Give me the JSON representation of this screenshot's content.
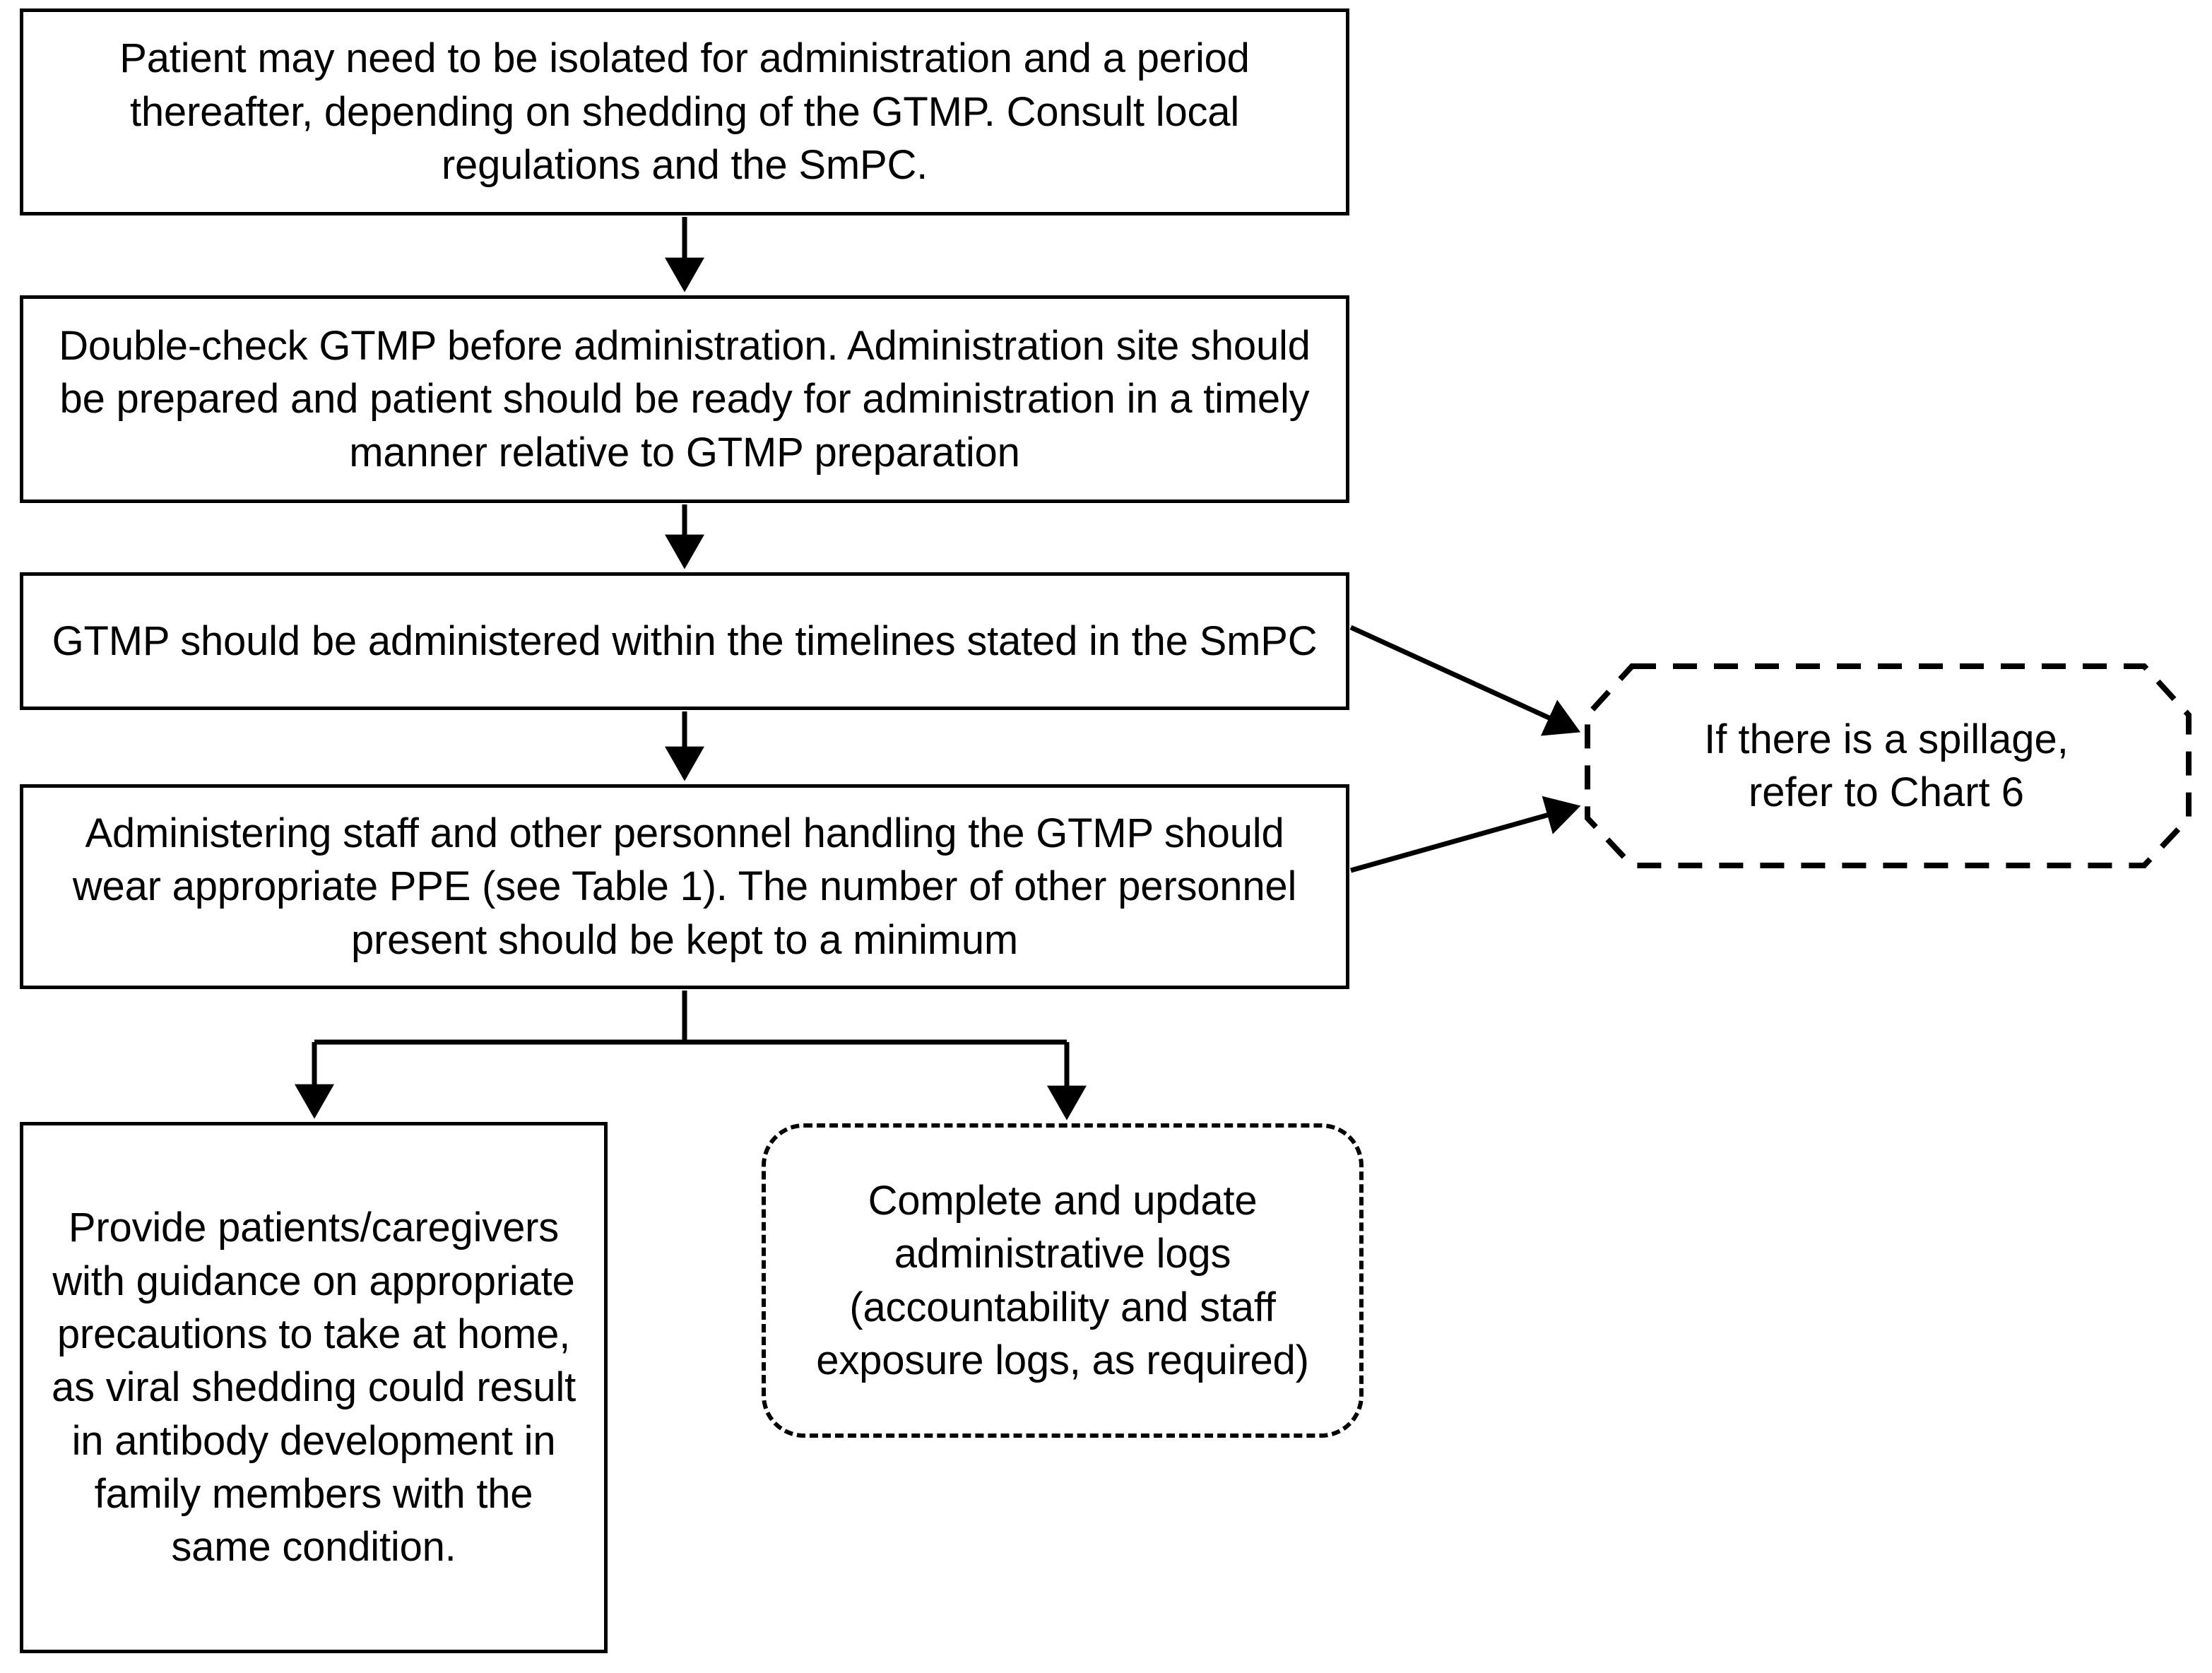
{
  "chart": {
    "type": "flowchart",
    "title": "GTMP administration flowchart",
    "background_color": "#ffffff",
    "line_color": "#000000"
  },
  "nodes": {
    "isolation": {
      "id": "isolation",
      "shape": "rectangle",
      "border_style": "solid",
      "text": "Patient may need to be isolated for administration and a period thereafter, depending on shedding of the GTMP. Consult local regulations and the SmPC."
    },
    "double_check": {
      "id": "double-check",
      "shape": "rectangle",
      "border_style": "solid",
      "text": "Double-check GTMP before administration. Administration site should be prepared and patient should be ready for administration in a timely manner relative to GTMP preparation"
    },
    "timelines": {
      "id": "timelines",
      "shape": "rectangle",
      "border_style": "solid",
      "text": "GTMP should be administered within the timelines stated in the SmPC"
    },
    "ppe": {
      "id": "ppe",
      "shape": "rectangle",
      "border_style": "solid",
      "text": "Administering staff and other personnel handling the GTMP should wear appropriate PPE (see Table 1). The number of other personnel present should be kept to a minimum"
    },
    "guidance": {
      "id": "guidance",
      "shape": "rectangle",
      "border_style": "solid",
      "text": "Provide patients/caregivers with guidance on appropriate precautions to take at home, as viral shedding could result in antibody development in family members with the same condition."
    },
    "admin_logs": {
      "id": "admin-logs",
      "shape": "rounded-rectangle",
      "border_style": "dashed",
      "text": "Complete and update administrative logs (accountability and staff exposure logs, as required)"
    },
    "spillage": {
      "id": "spillage",
      "shape": "hexagon",
      "border_style": "dashed",
      "text": "If there is a spillage,\nrefer to Chart 6"
    }
  },
  "edges": [
    {
      "id": "edge-isolation-to-double-check",
      "from": "isolation",
      "to": "double_check",
      "style": "solid",
      "arrow": "down",
      "label": ""
    },
    {
      "id": "edge-double-check-to-timelines",
      "from": "double_check",
      "to": "timelines",
      "style": "solid",
      "arrow": "down",
      "label": ""
    },
    {
      "id": "edge-timelines-to-ppe",
      "from": "timelines",
      "to": "ppe",
      "style": "solid",
      "arrow": "down",
      "label": ""
    },
    {
      "id": "edge-timelines-to-spillage",
      "from": "timelines",
      "to": "spillage",
      "style": "solid",
      "arrow": "diagonal-down-right",
      "label": ""
    },
    {
      "id": "edge-ppe-to-spillage",
      "from": "ppe",
      "to": "spillage",
      "style": "solid",
      "arrow": "diagonal-up-right",
      "label": ""
    },
    {
      "id": "edge-ppe-to-guidance",
      "from": "ppe",
      "to": "guidance",
      "style": "solid",
      "arrow": "branch-down-left",
      "label": ""
    },
    {
      "id": "edge-ppe-to-admin-logs",
      "from": "ppe",
      "to": "admin_logs",
      "style": "solid",
      "arrow": "branch-down-right",
      "label": ""
    }
  ]
}
